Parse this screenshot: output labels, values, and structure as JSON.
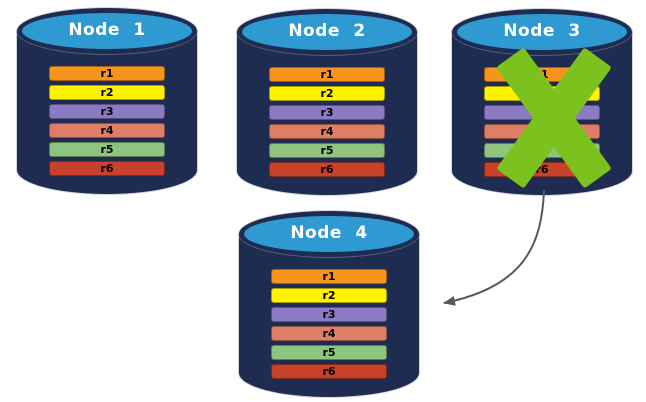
{
  "diagram": {
    "nodes": [
      {
        "label": "Node 1",
        "status": "ok"
      },
      {
        "label": "Node 2",
        "status": "ok"
      },
      {
        "label": "Node 3",
        "status": "failed"
      },
      {
        "label": "Node 4",
        "status": "ok"
      }
    ],
    "rows": [
      {
        "label": "r1",
        "color": "#F7941E"
      },
      {
        "label": "r2",
        "color": "#FFF100"
      },
      {
        "label": "r3",
        "color": "#8C7BC4"
      },
      {
        "label": "r4",
        "color": "#DF7E66"
      },
      {
        "label": "r5",
        "color": "#8FC47E"
      },
      {
        "label": "r6",
        "color": "#C8412B"
      }
    ],
    "colors": {
      "cylinder_body": "#1D2C50",
      "cylinder_top": "#2F9AD2",
      "failure_x": "#7CC21E",
      "arrow": "#595959"
    },
    "arrow": {
      "from": "Node 3",
      "to": "Node 4"
    }
  }
}
